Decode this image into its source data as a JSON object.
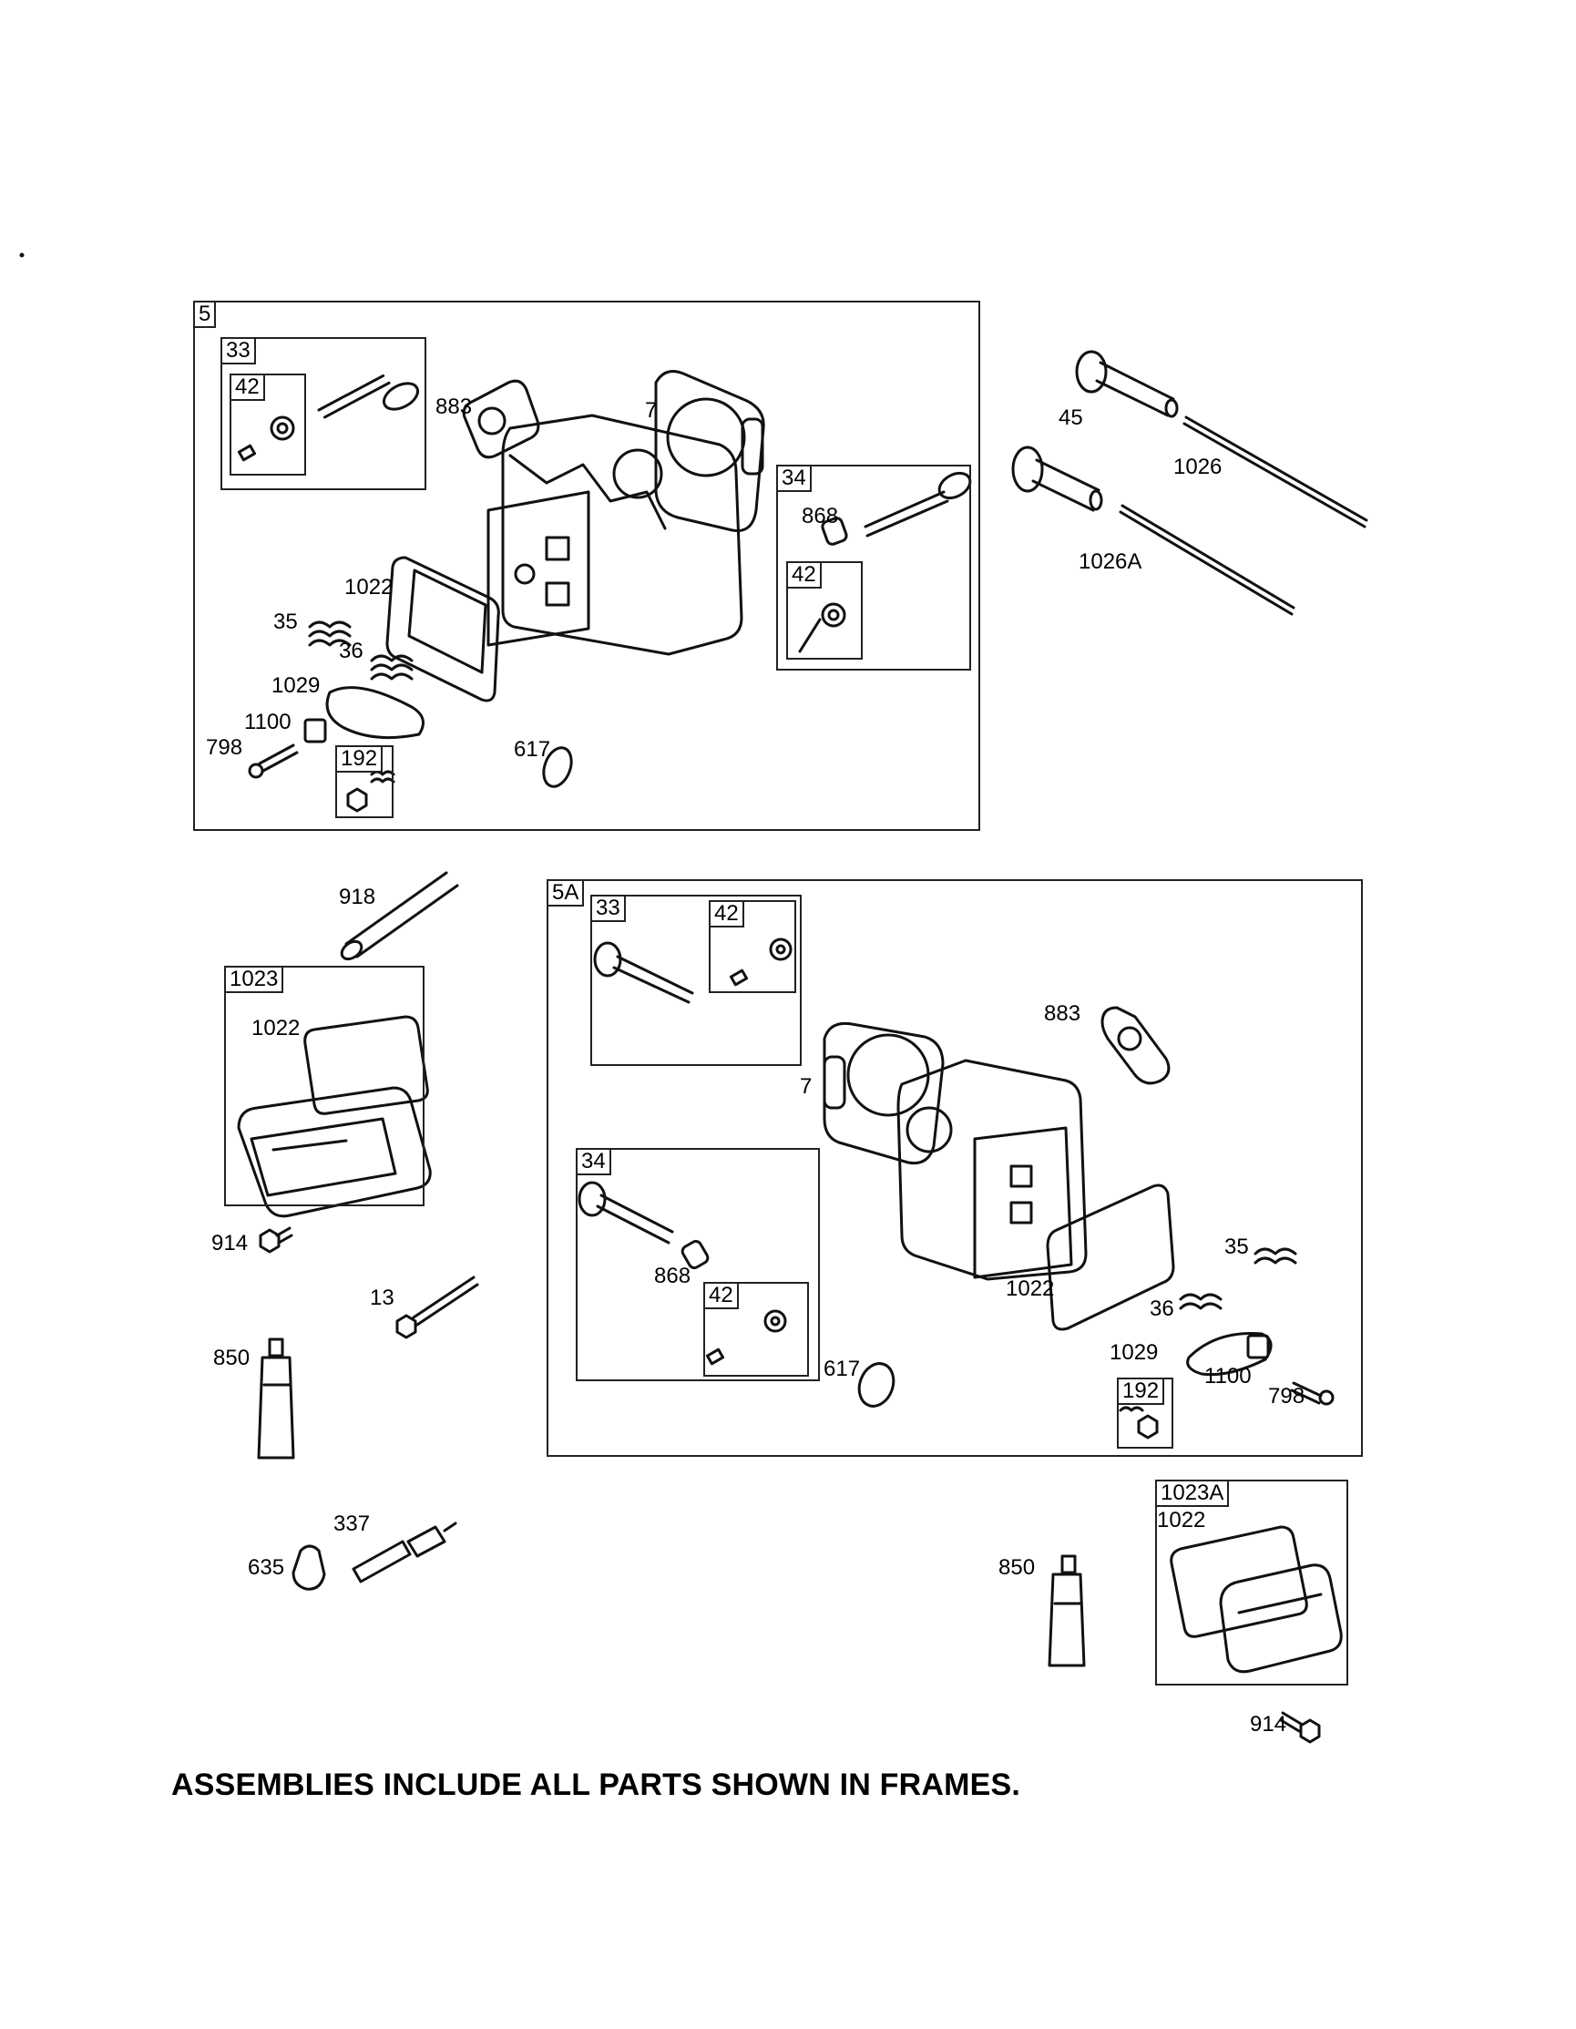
{
  "frames": {
    "f5": "5",
    "f5_33": "33",
    "f5_42a": "42",
    "f5_34": "34",
    "f5_42b": "42",
    "f5_192": "192",
    "f5A": "5A",
    "f5A_33": "33",
    "f5A_42a": "42",
    "f5A_34": "34",
    "f5A_42b": "42",
    "f5A_192": "192",
    "f1023": "1023",
    "f1023A": "1023A"
  },
  "labels": {
    "p883a": "883",
    "p7a": "7",
    "p868a": "868",
    "p1022a": "1022",
    "p35a": "35",
    "p36a": "36",
    "p1029a": "1029",
    "p1100a": "1100",
    "p798a": "798",
    "p617a": "617",
    "p45": "45",
    "p1026": "1026",
    "p1026A": "1026A",
    "p918": "918",
    "p1022c": "1022",
    "p914a": "914",
    "p13": "13",
    "p850a": "850",
    "p337": "337",
    "p635": "635",
    "p883b": "883",
    "p7b": "7",
    "p868b": "868",
    "p1022b": "1022",
    "p35b": "35",
    "p36b": "36",
    "p1029b": "1029",
    "p1100b": "1100",
    "p798b": "798",
    "p617b": "617",
    "p850b": "850",
    "p1022d": "1022",
    "p914b": "914"
  },
  "note": "ASSEMBLIES INCLUDE ALL PARTS SHOWN IN FRAMES."
}
